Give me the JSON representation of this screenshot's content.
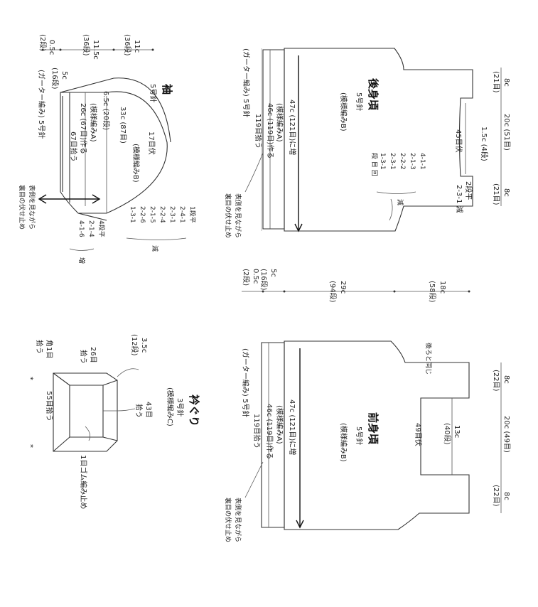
{
  "back": {
    "title": "後身頃",
    "needle": "5号針",
    "pattern": "(模様編みB)",
    "shoulder_left": "8c",
    "shoulder_left_st": "(21目)",
    "neck_width": "20c (51目)",
    "neck_depth": "1.5c (4段)",
    "shoulder_right": "8c",
    "shoulder_right_st": "(21目)",
    "neck_bind": "45目伏",
    "neck_row1": "2段平",
    "neck_row2": "2-3-1 減",
    "dec_header": "段 目 回",
    "dec_rows": [
      "4-1-1",
      "2-1-3",
      "2-2-2",
      "2-3-1",
      "1-3-1"
    ],
    "dec_label": "減",
    "increase": "47c (121目)に増",
    "cast_on": "46c (119目)作る",
    "pattern_a": "(模様編みA)",
    "pickup": "119目拾う",
    "garter": "(ガーター編み) 5号針",
    "bindoff_note_1": "表側を見ながら",
    "bindoff_note_2": "裏目の伏せ止め"
  },
  "body_length": {
    "armhole": "18c",
    "armhole_rows": "(58段)",
    "total": "29c",
    "total_rows": "(94段)",
    "ribbing": "5c",
    "ribbing_rows": "(16段)",
    "edge": "0.5c",
    "edge_rows": "(2段)"
  },
  "sleeve": {
    "title": "袖",
    "needle": "5号針",
    "pattern": "(模様編みB)",
    "top_len": "11c",
    "top_rows": "(36段)",
    "cap_len": "11.5c",
    "cap_rows": "(36段)",
    "edge": "0.5c",
    "edge_rows": "(2段)",
    "cap_bind": "17目伏",
    "width": "33c (87目)",
    "body_len": "6.5c (20段)",
    "rib_len": "5c",
    "rib_rows": "(16段)",
    "cast_on": "26c (67目)作る",
    "pattern_a": "(模様編みA)",
    "pickup": "67目拾う",
    "garter": "(ガーター編み) 5号針",
    "cap_dec_header": "1段平",
    "cap_dec": [
      "2-4-1",
      "2-3-1",
      "2-2-4",
      "2-1-5",
      "2-2-6",
      "1-3-1"
    ],
    "cap_dec_label": "減",
    "inc_header": "4段平",
    "inc_rows": [
      "2-1-4",
      "4-1-6"
    ],
    "inc_label": "増",
    "bindoff_note_1": "表側を見ながら",
    "bindoff_note_2": "裏目の伏せ止め"
  },
  "front": {
    "title": "前身頃",
    "needle": "5号針",
    "pattern": "(模様編みB)",
    "same_as_back": "後ろと同じ",
    "shoulder_left": "8c",
    "shoulder_left_st": "(22目)",
    "neck_width": "20c (49目)",
    "neck_depth": "13c",
    "neck_rows": "(40段)",
    "shoulder_right": "8c",
    "shoulder_right_st": "(22目)",
    "neck_bind": "49目伏",
    "increase": "47c (121目)に増",
    "cast_on": "46c (119目)作る",
    "pattern_a": "(模様編みA)",
    "pickup": "119目拾う",
    "garter": "(ガーター編み) 5号針",
    "bindoff_note_1": "表側を見ながら",
    "bindoff_note_2": "裏目の伏せ止め"
  },
  "collar": {
    "title": "衿ぐり",
    "needle": "3号針",
    "pattern": "(模様編みC)",
    "depth": "3.5c",
    "depth_rows": "(12段)",
    "pick_26": "26目",
    "pick_26b": "拾う",
    "pick_43": "43目",
    "pick_43b": "拾う",
    "corner": "角1目",
    "corner_b": "拾う",
    "pick_55": "55目拾う",
    "finish": "1目ゴム編み止め",
    "star": "*"
  }
}
